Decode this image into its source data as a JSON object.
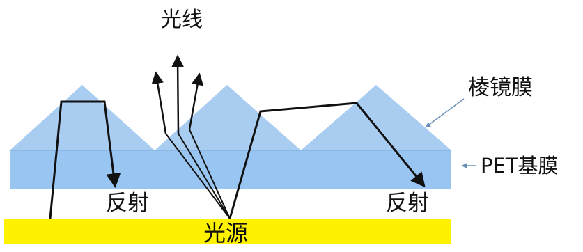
{
  "labels": {
    "light_rays": "光线",
    "prism_film": "棱镜膜",
    "pet_base_film": "PET基膜",
    "reflection_left": "反射",
    "reflection_right": "反射",
    "light_source": "光源"
  },
  "colors": {
    "prism": "#a9cdf0",
    "pet": "#98c5f2",
    "source": "#fff200",
    "ray": "#111111",
    "pointer": "#6b8fb6"
  }
}
